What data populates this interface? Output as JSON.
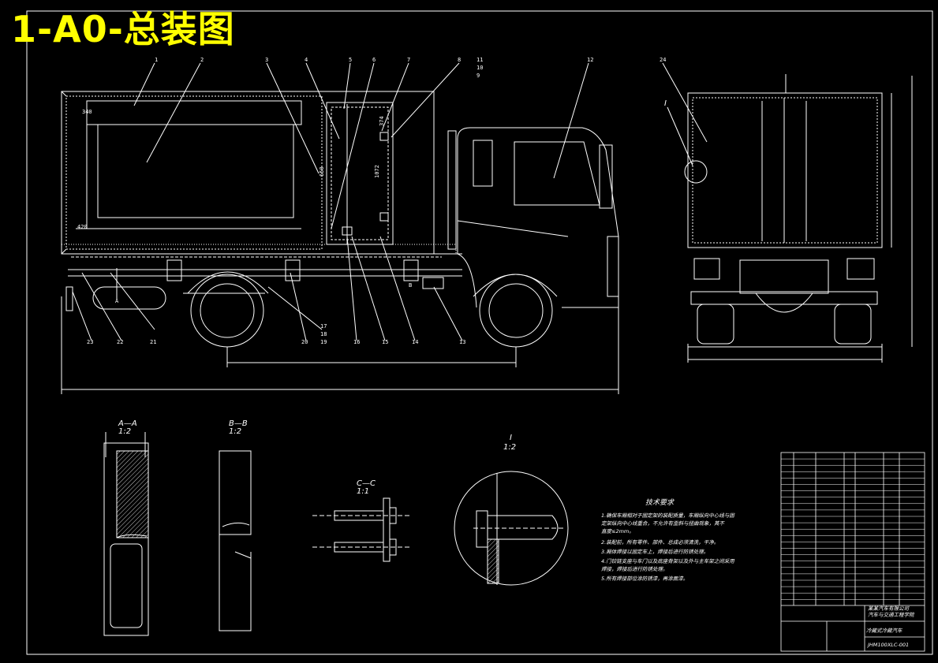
{
  "title": "1-A0-总装图",
  "callouts_top": [
    "1",
    "2",
    "3",
    "4",
    "5",
    "6",
    "7",
    "8",
    "11",
    "10",
    "9",
    "12",
    "24"
  ],
  "callouts_bottom": [
    "23",
    "22",
    "21",
    "20",
    "17",
    "18",
    "19",
    "16",
    "15",
    "14",
    "13"
  ],
  "dims_side": [
    "340",
    "420",
    "1072",
    "374",
    "650"
  ],
  "section_labels": {
    "aa": "A—A",
    "aa_scale": "1:2",
    "bb": "B—B",
    "bb_scale": "1:2",
    "cc": "C—C",
    "cc_scale": "1:1",
    "detail": "I",
    "detail_scale": "1:2",
    "detail_marker": "I",
    "marker_a": "A",
    "marker_b": "B"
  },
  "notes": {
    "heading": "技术要求",
    "lines": [
      "1.确保车厢相对于固定架的装配质量，车厢纵向中心线与固",
      "  定架纵向中心线重合，不允许有歪斜与扭曲现象，其不",
      "  直度≤2mm。",
      "2.装配前，所有零件、部件、总成必须清洗，干净。",
      "3.厢体焊接以固定车上，焊接后进行防锈处理。",
      "4.门铰链支座与车门以及底座骨架以及外与主车架之间采用",
      "  焊接，焊接后进行防锈处理。",
      "5.所有焊接部位涂防锈漆，再涂面漆。"
    ]
  },
  "title_block": {
    "drawing_name": "冷藏式冷藏汽车",
    "drawing_no": "JHM100XLC-001",
    "company": "某某汽车有限公司",
    "school": "汽车与交通工程学院"
  }
}
